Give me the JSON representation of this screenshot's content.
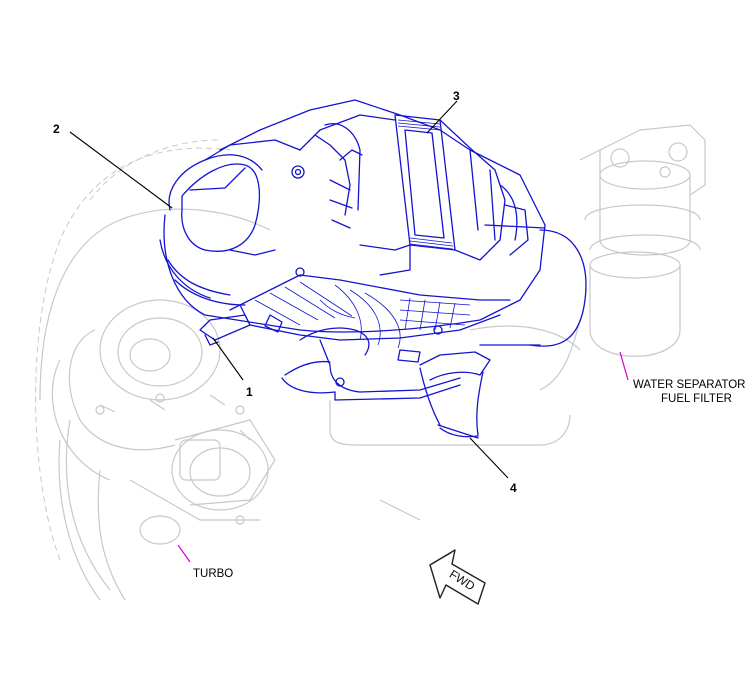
{
  "callouts": {
    "c1": "1",
    "c2": "2",
    "c3": "3",
    "c4": "4"
  },
  "labels": {
    "water_separator_line1": "WATER SEPARATOR",
    "water_separator_line2": "FUEL FILTER",
    "turbo": "TURBO",
    "fwd": "FWD"
  },
  "colors": {
    "highlight_part": "#1414d0",
    "context_parts": "#c8c8c8",
    "reference_leader": "#d000d0",
    "callout_leader": "#000000"
  }
}
